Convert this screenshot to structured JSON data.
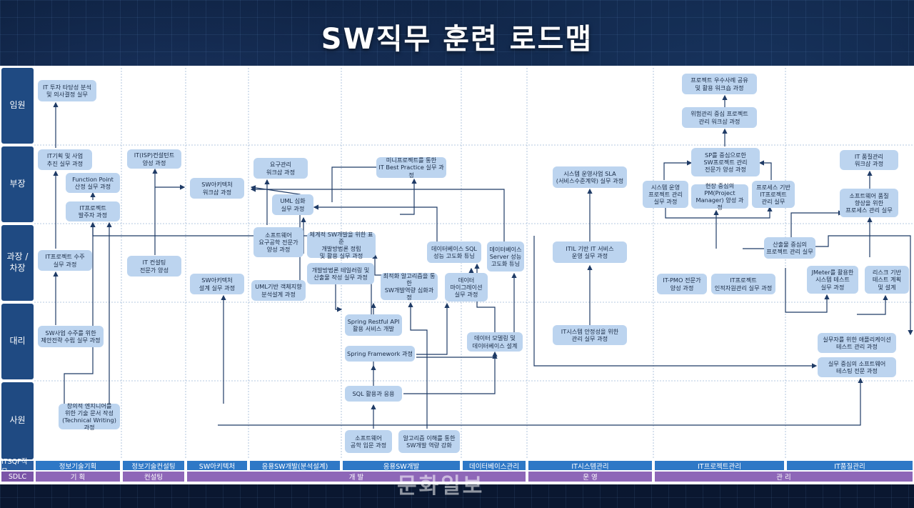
{
  "title": "SW직무 훈련 로드맵",
  "rows": [
    {
      "id": "r1",
      "label": "임원"
    },
    {
      "id": "r2",
      "label": "부장"
    },
    {
      "id": "r3",
      "label": "과장 /\n차장"
    },
    {
      "id": "r4",
      "label": "대리"
    },
    {
      "id": "r5",
      "label": "사원"
    }
  ],
  "nodes": [
    {
      "id": "n1",
      "text": "IT 투자 타당성 분석\n및 의사결정 실무"
    },
    {
      "id": "n2",
      "text": "IT기획 및 사업\n추진 실무 과정"
    },
    {
      "id": "n3",
      "text": "Function Point\n산정 실무 과정"
    },
    {
      "id": "n4",
      "text": "IT프로젝트\n발주자 과정"
    },
    {
      "id": "n5",
      "text": "IT프로젝트 수주\n실무 과정"
    },
    {
      "id": "n6",
      "text": "SW사업 수주를 위한\n제안전략 수립 실무 과정"
    },
    {
      "id": "n7",
      "text": "창의적 엔지니어를\n위한 기술 문서 작성\n(Technical Writing) 과정"
    },
    {
      "id": "n8",
      "text": "IT(ISP)컨설턴트\n양성 과정"
    },
    {
      "id": "n9",
      "text": "IT 컨설팅\n전문가 양성"
    },
    {
      "id": "n10",
      "text": "SW아키텍처\n워크샵 과정"
    },
    {
      "id": "n11",
      "text": "SW아키텍처\n설계 실무 과정"
    },
    {
      "id": "n12",
      "text": "요구관리\n워크샵 과정"
    },
    {
      "id": "n13",
      "text": "UML 심화\n실무 과정"
    },
    {
      "id": "n14",
      "text": "소프트웨어\n요구공학 전문가\n양성 과정"
    },
    {
      "id": "n15",
      "text": "UML기반 객체지향\n분석설계 과정"
    },
    {
      "id": "n16",
      "text": "미니프로젝트를 통한\nIT Best Practice 실무 과정"
    },
    {
      "id": "n17",
      "text": "체계적 SW개발을 위한 표준\n개발방법론 정립\n및 활용 실무 과정"
    },
    {
      "id": "n18",
      "text": "개발방법론 테일러링 및\n산출물 작성 실무 과정"
    },
    {
      "id": "n19",
      "text": "최적화 알고리즘을 통한\nSW개발역량 심화과정"
    },
    {
      "id": "n20",
      "text": "Spring Restful API\n활용 서비스 개발"
    },
    {
      "id": "n21",
      "text": "Spring Framework 과정"
    },
    {
      "id": "n22",
      "text": "SQL 활용과 응용"
    },
    {
      "id": "n23",
      "text": "소프트웨어\n공학 입문 과정"
    },
    {
      "id": "n24",
      "text": "알고리즘 이해를 통한\nSW개발 역량 강화"
    },
    {
      "id": "n25",
      "text": "데이터베이스 SQL\n성능 고도화 튜닝"
    },
    {
      "id": "n26",
      "text": "데이터베이스\nServer 성능\n고도화 튜닝"
    },
    {
      "id": "n27",
      "text": "데이터\n마이그레이션\n실무 과정"
    },
    {
      "id": "n28",
      "text": "데이터 모델링 및\n데이터베이스 설계"
    },
    {
      "id": "n29",
      "text": "시스템 운영사업 SLA\n(서비스수준계약) 실무 과정"
    },
    {
      "id": "n30",
      "text": "ITIL 기반 IT 서비스\n운영 실무 과정"
    },
    {
      "id": "n31",
      "text": "IT시스템 안정성을 위한\n관리 실무 과정"
    },
    {
      "id": "n32",
      "text": "프로젝트 우수사례 공유\n및 활용 워크숍 과정"
    },
    {
      "id": "n33",
      "text": "위험관리 중심 프로젝트\n관리 워크샵 과정"
    },
    {
      "id": "n34",
      "text": "SP를 중심으로한\nSW프로젝트 관리\n전문가 양성 과정"
    },
    {
      "id": "n35",
      "text": "시스템 운영\n프로젝트 관리\n실무 과정"
    },
    {
      "id": "n36",
      "text": "현장 중심의 PM(Project\nManager) 양성 과정"
    },
    {
      "id": "n37",
      "text": "프로세스 기반\nIT프로젝트\n관리 실무"
    },
    {
      "id": "n38",
      "text": "IT-PMO 전문가\n양성 과정"
    },
    {
      "id": "n39",
      "text": "IT프로젝트\n인적자원관리 실무 과정"
    },
    {
      "id": "n40",
      "text": "산출물 중심의\n프로젝트 관리 실무"
    },
    {
      "id": "n41",
      "text": "IT 품질관리\n워크샵 과정"
    },
    {
      "id": "n42",
      "text": "소프트웨어 품질\n향상을 위한\n프로세스 관리 실무"
    },
    {
      "id": "n43",
      "text": "JMeter를 활용한\n시스템 테스트\n실무 과정"
    },
    {
      "id": "n44",
      "text": "리스크 기반\n테스트 계획\n및 설계"
    },
    {
      "id": "n45",
      "text": "실무자를 위한 애플리케이션\n테스트 관리 과정"
    },
    {
      "id": "n46",
      "text": "실무 중심의 소프트웨어\n테스팅 전문 과정"
    }
  ],
  "itsqf": {
    "label": "ITSQF직무",
    "items": [
      "정보기술기획",
      "정보기술컨설팅",
      "SW아키텍처",
      "응용SW개발(분석설계)",
      "응용SW개발",
      "데이터베이스관리",
      "IT시스템관리",
      "IT프로젝트관리",
      "IT품질관리"
    ]
  },
  "sdlc": {
    "label": "SDLC",
    "items": [
      "기 획",
      "컨설팅",
      "개 발",
      "운 영",
      "관 리"
    ]
  },
  "watermark": "문화일보",
  "colors": {
    "node": "#bcd4ef",
    "rowhead": "#1f4a82",
    "arrow": "#1f3b66",
    "itsqf": "#2f78c6",
    "sdlc": "#8e67b8"
  }
}
